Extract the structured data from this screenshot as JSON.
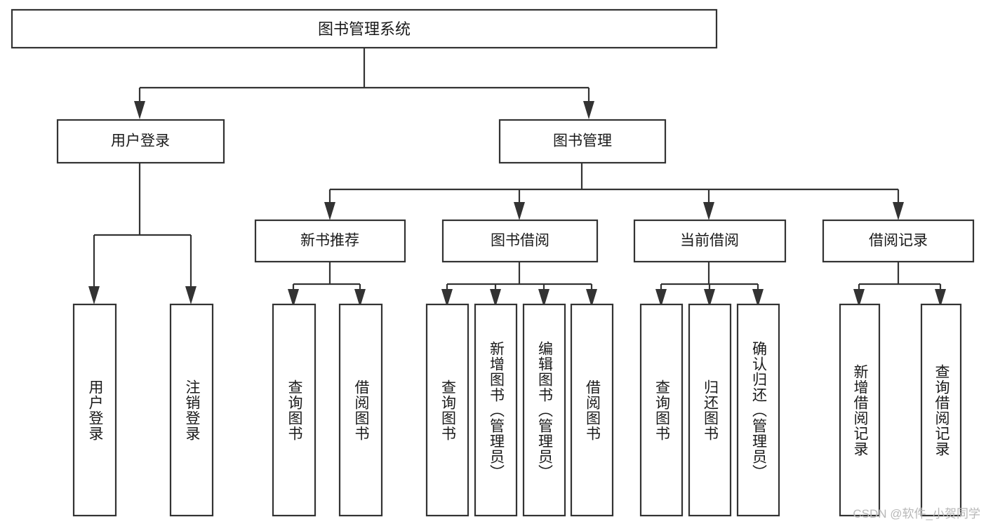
{
  "diagram": {
    "title": "图书管理系统",
    "type": "tree-hierarchy-diagram",
    "root": {
      "id": "root",
      "label": "图书管理系统"
    },
    "level2": [
      {
        "id": "user-login",
        "label": "用户登录"
      },
      {
        "id": "book-management",
        "label": "图书管理"
      }
    ],
    "level3": [
      {
        "id": "new-book-recommend",
        "label": "新书推荐",
        "parent": "book-management"
      },
      {
        "id": "book-borrow",
        "label": "图书借阅",
        "parent": "book-management"
      },
      {
        "id": "current-borrow",
        "label": "当前借阅",
        "parent": "book-management"
      },
      {
        "id": "borrow-record",
        "label": "借阅记录",
        "parent": "book-management"
      }
    ],
    "leaves": [
      {
        "id": "leaf-user-login",
        "label": "用户登录",
        "parent": "user-login"
      },
      {
        "id": "leaf-logout-login",
        "label": "注销登录",
        "parent": "user-login"
      },
      {
        "id": "leaf-query-book-1",
        "label": "查询图书",
        "parent": "new-book-recommend"
      },
      {
        "id": "leaf-borrow-book-1",
        "label": "借阅图书",
        "parent": "new-book-recommend"
      },
      {
        "id": "leaf-query-book-2",
        "label": "查询图书",
        "parent": "book-borrow"
      },
      {
        "id": "leaf-add-book",
        "label": "新增图书（管理员）",
        "parent": "book-borrow"
      },
      {
        "id": "leaf-edit-book",
        "label": "编辑图书（管理员）",
        "parent": "book-borrow"
      },
      {
        "id": "leaf-borrow-book-2",
        "label": "借阅图书",
        "parent": "book-borrow"
      },
      {
        "id": "leaf-query-book-3",
        "label": "查询图书",
        "parent": "current-borrow"
      },
      {
        "id": "leaf-return-book",
        "label": "归还图书",
        "parent": "current-borrow"
      },
      {
        "id": "leaf-confirm-return",
        "label": "确认归还（管理员）",
        "parent": "current-borrow"
      },
      {
        "id": "leaf-add-record",
        "label": "新增借阅记录",
        "parent": "borrow-record"
      },
      {
        "id": "leaf-query-record",
        "label": "查询借阅记录",
        "parent": "borrow-record"
      }
    ],
    "colors": {
      "stroke": "#333333",
      "fill": "#ffffff",
      "text": "#1a1a1a",
      "watermark": "#b8b8b8",
      "background": "#ffffff"
    }
  },
  "watermark": {
    "text": "CSDN @软件_小贺同学"
  }
}
